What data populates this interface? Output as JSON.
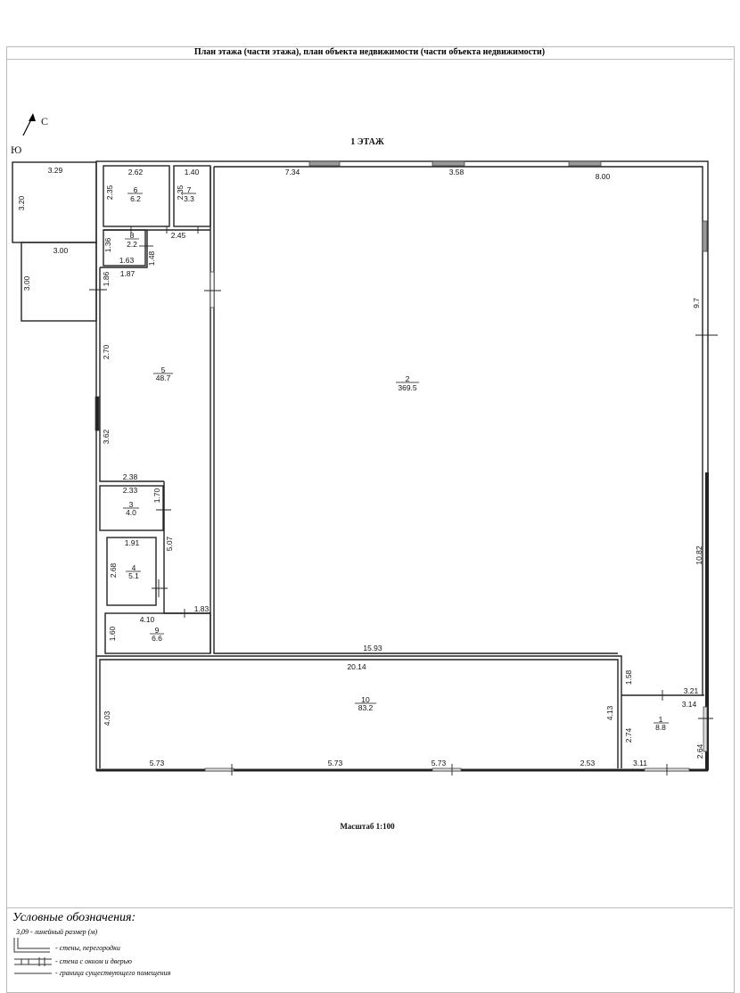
{
  "document": {
    "title": "План этажа (части этажа), план объекта недвижимости (части объекта недвижимости)",
    "floor_label": "1 ЭТАЖ",
    "scale_label": "Масштаб 1:100",
    "compass": {
      "north": "С",
      "south": "Ю"
    }
  },
  "rooms": [
    {
      "number": "1",
      "area": "8.8"
    },
    {
      "number": "2",
      "area": "369.5"
    },
    {
      "number": "3",
      "area": "4.0"
    },
    {
      "number": "4",
      "area": "5.1"
    },
    {
      "number": "5",
      "area": "48.7"
    },
    {
      "number": "6",
      "area": "6.2"
    },
    {
      "number": "7",
      "area": "3.3"
    },
    {
      "number": "8",
      "area": "2.2"
    },
    {
      "number": "9",
      "area": "6.6"
    },
    {
      "number": "10",
      "area": "83.2"
    }
  ],
  "dimensions": {
    "annex_top_w": "3.29",
    "annex_top_h": "3.20",
    "annex_bottom_w": "3.00",
    "annex_bottom_h": "3.00",
    "r6_w": "2.62",
    "r6_h": "2.35",
    "r7_w": "1.40",
    "r7_h": "2.35",
    "r8_h": "1.36",
    "r8_w": "1.63",
    "r8_side": "1.48",
    "corr_245": "2.45",
    "r5_187": "1.87",
    "r5_186": "1.86",
    "r5_270": "2.70",
    "r5_362": "3.62",
    "r5_238": "2.38",
    "r3_w": "2.33",
    "r3_h": "1.70",
    "r4_w": "1.91",
    "r4_h": "2.68",
    "r5_507": "5.07",
    "r9_183": "1.83",
    "r9_w": "4.10",
    "r9_h": "1.60",
    "hall_top1": "7.34",
    "hall_top2": "3.58",
    "hall_top3": "8.00",
    "hall_right1": "9.7",
    "hall_right2": "10.82",
    "hall_bottom": "15.93",
    "r10_w": "20.14",
    "r10_h_left": "4.03",
    "r10_h_right": "4.13",
    "b1": "5.73",
    "b2": "5.73",
    "b3": "5.73",
    "b4": "2.53",
    "r1_158": "1.58",
    "r1_321": "3.21",
    "r1_314": "3.14",
    "r1_274": "2.74",
    "r1_264": "2.64",
    "r1_311": "3.11"
  },
  "legend": {
    "title": "Условные обозначения:",
    "items": [
      "3,09 - линейный размер (м)",
      "- стены, перегородки",
      "- стена с окном и дверью",
      "- граница существующего помещения"
    ]
  }
}
